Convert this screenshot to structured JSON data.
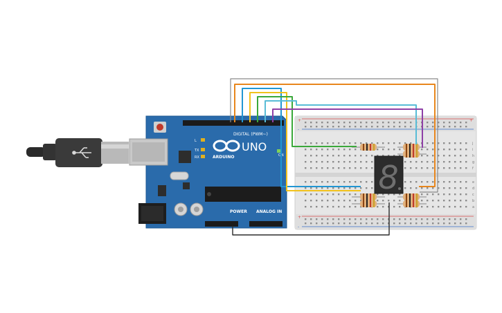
{
  "board": {
    "brand": "UNO",
    "maker": "ARDUINO",
    "digital_header_label": "DIGITAL (PWM~)",
    "power_label": "POWER",
    "analog_label": "ANALOG IN",
    "on_label": "ON",
    "l_label": "L",
    "tx_label": "TX",
    "rx_label": "RX",
    "color": "#2a6bab"
  },
  "breadboard": {
    "row_letters_top": [
      "j",
      "i",
      "h",
      "g",
      "f"
    ],
    "row_letters_bottom": [
      "e",
      "d",
      "c",
      "b",
      "a"
    ],
    "plus": "+",
    "minus": "-"
  },
  "display": {
    "digit": "8",
    "segment_color": "#6f6f6f"
  },
  "wire_colors": {
    "orange": "#e8861c",
    "blue": "#2196d3",
    "yellow": "#f2c21b",
    "green": "#3aa83a",
    "cyan": "#58bcd6",
    "purple": "#8e3fa6",
    "gray": "#8a8a8a",
    "black": "#2b2b2b"
  }
}
